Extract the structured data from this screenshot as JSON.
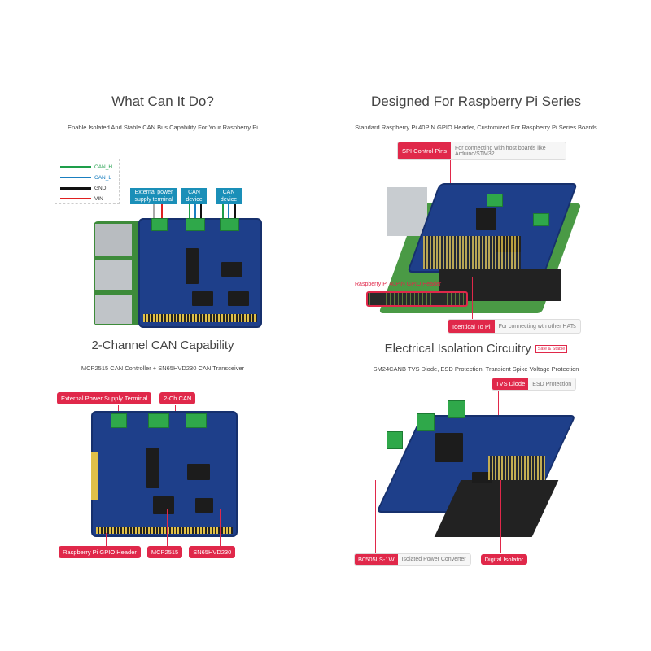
{
  "panel1": {
    "title": "What Can It Do?",
    "subtitle": "Enable Isolated And Stable CAN Bus Capability For Your Raspberry Pi",
    "legend": [
      {
        "label": "CAN_H",
        "color": "#1e9e4a"
      },
      {
        "label": "CAN_L",
        "color": "#1a7fc0"
      },
      {
        "label": "GND",
        "color": "#111111"
      },
      {
        "label": "VIN",
        "color": "#e02020"
      }
    ],
    "callouts": [
      "External power supply terminal",
      "CAN device",
      "CAN device"
    ]
  },
  "panel2": {
    "title": "Designed For Raspberry Pi Series",
    "subtitle": "Standard Raspberry Pi 40PIN GPIO Header, Customized For Raspberry Pi Series Boards",
    "spi": {
      "label": "SPI Control Pins",
      "desc": "For connecting with host boards like Arduino/STM32"
    },
    "gpio_label": "Raspberry Pi 40PIN GPIO Header",
    "identical": {
      "label": "Identical To Pi",
      "desc": "For connecting wth other HATs"
    }
  },
  "panel3": {
    "title": "2-Channel CAN Capability",
    "subtitle": "MCP2515 CAN Controller + SN65HVD230 CAN Transceiver",
    "labels": [
      "External Power Supply Terminal",
      "2-Ch CAN",
      "Raspberry Pi GPIO Header",
      "MCP2515",
      "SN65HVD230"
    ]
  },
  "panel4": {
    "title": "Electrical Isolation Circuitry",
    "badge": "Safe & Stable",
    "subtitle": "SM24CANB TVS Diode, ESD Protection, Transient Spike Voltage Protection",
    "tvs": {
      "label": "TVS Diode",
      "desc": "ESD Protection"
    },
    "b0505": {
      "label": "B0505LS-1W",
      "desc": "Isolated Power Converter"
    },
    "isolator": "Digital Isolator"
  },
  "colors": {
    "accent": "#e0284a",
    "callout": "#1a8fb8",
    "board": "#1e3f8a"
  }
}
